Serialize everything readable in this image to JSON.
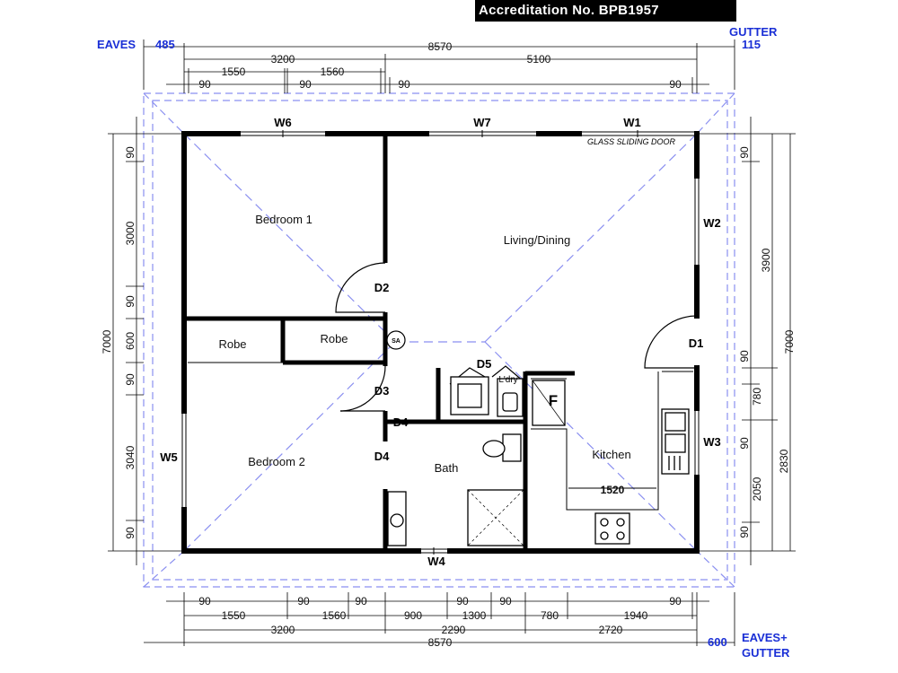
{
  "header": {
    "accreditation": "Accreditation No. BPB1957"
  },
  "eaves": {
    "top_left_label": "EAVES",
    "top_left_value": "485",
    "top_right_label": "GUTTER",
    "top_right_value": "115",
    "bottom_right_value": "600",
    "bottom_right_label_1": "EAVES+",
    "bottom_right_label_2": "GUTTER"
  },
  "rooms": {
    "bedroom1": "Bedroom 1",
    "bedroom2": "Bedroom 2",
    "robe1": "Robe",
    "robe2": "Robe",
    "living": "Living/Dining",
    "kitchen": "Kitchen",
    "bath": "Bath",
    "laundry": "L'dry",
    "fridge": "F",
    "smoke_alarm": "SA"
  },
  "windows": {
    "w1": "W1",
    "w2": "W2",
    "w3": "W3",
    "w4": "W4",
    "w5": "W5",
    "w6": "W6",
    "w7": "W7",
    "sliding": "GLASS SLIDING DOOR"
  },
  "doors": {
    "d1": "D1",
    "d2": "D2",
    "d3": "D3",
    "d4a": "D4",
    "d4b": "D4",
    "d5": "D5"
  },
  "top_dims": {
    "overall": "8570",
    "left": "3200",
    "right": "5100",
    "a": "1550",
    "b": "1560",
    "w1": "90",
    "w2": "90",
    "w3": "90",
    "w4": "90"
  },
  "bottom_dims": {
    "w1": "90",
    "w2": "90",
    "w3": "90",
    "w4": "90",
    "w5": "90",
    "w6": "90",
    "a": "1550",
    "b": "1560",
    "c": "900",
    "d": "1300",
    "e": "780",
    "f": "1940",
    "g": "3200",
    "h": "2290",
    "i": "2720",
    "overall": "8570"
  },
  "left_dims": {
    "overall": "7000",
    "a": "90",
    "b": "3000",
    "c": "90",
    "d": "600",
    "e": "90",
    "f": "3040",
    "g": "90"
  },
  "right_dims": {
    "overall": "7000",
    "a": "90",
    "b": "3900",
    "c": "90",
    "d": "780",
    "e": "90",
    "f": "2050",
    "g": "90",
    "h": "2830"
  },
  "kitchen_dim": "1520"
}
